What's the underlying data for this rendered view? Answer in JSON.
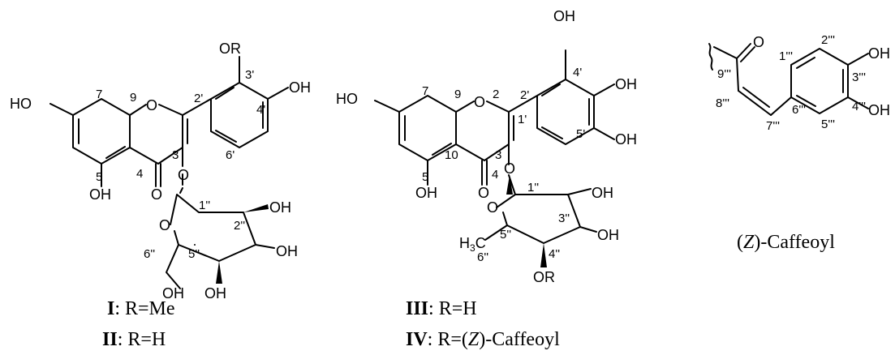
{
  "atoms": {
    "oh": "OH",
    "ho": "HO",
    "or": "OR",
    "o": "O",
    "h3c": "H3C"
  },
  "locants": {
    "c2": "2",
    "c3": "3",
    "c4": "4",
    "c5": "5",
    "c7": "7",
    "c9": "9",
    "c10": "10",
    "c1p": "1'",
    "c2p": "2'",
    "c3p": "3'",
    "c4p": "4'",
    "c5p": "5'",
    "c6p": "6'",
    "c1pp": "1''",
    "c2pp": "2''",
    "c3pp": "3''",
    "c4pp": "4''",
    "c5pp": "5''",
    "c6pp": "6''",
    "c1ppp": "1'''",
    "c2ppp": "2'''",
    "c3ppp": "3'''",
    "c4ppp": "4'''",
    "c5ppp": "5'''",
    "c6ppp": "6'''",
    "c7ppp": "7'''",
    "c8ppp": "8'''",
    "c9ppp": "9'''"
  },
  "captions": {
    "c1": {
      "roman": "I",
      "text": ": R=Me"
    },
    "c2": {
      "roman": "II",
      "text": ": R=H"
    },
    "c3": {
      "roman": "III",
      "text": ": R=H"
    },
    "c4": {
      "roman": "IV",
      "text_a": ": R=(",
      "italic": "Z",
      "text_b": ")-Caffeoyl"
    },
    "caffeoyl": {
      "pre": "(",
      "italic": "Z",
      "post": ")-Caffeoyl"
    }
  }
}
